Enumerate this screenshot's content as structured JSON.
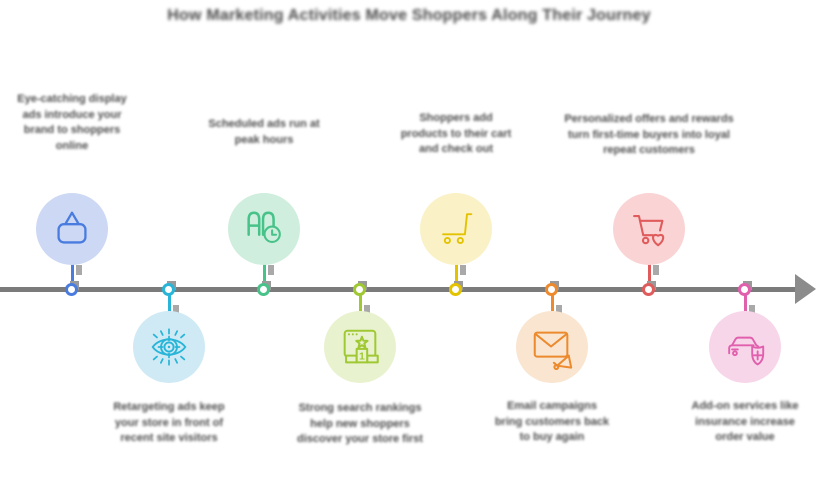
{
  "title": "How Marketing Activities Move Shoppers Along Their Journey",
  "timeline": {
    "line_color": "#7b7b7b",
    "arrow_color": "#8c8c8c",
    "text_color": "#4e4e4e",
    "nodes": [
      {
        "label": "Eye-catching display ads introduce your brand to shoppers online",
        "icon": "price-tag-icon",
        "side": "top",
        "accent": "#4a7ce0",
        "circle_bg": "#cdd9f4"
      },
      {
        "label": "Retargeting ads keep your store in front of recent site visitors",
        "icon": "eye-target-icon",
        "side": "bottom",
        "accent": "#29b5d8",
        "circle_bg": "#cfeaf4"
      },
      {
        "label": "Scheduled ads run at peak hours",
        "icon": "ad-schedule-icon",
        "side": "top",
        "accent": "#47c289",
        "circle_bg": "#cfeedd"
      },
      {
        "label": "Strong search rankings help new shoppers discover your store first",
        "icon": "ranking-podium-icon",
        "side": "bottom",
        "accent": "#9fc832",
        "circle_bg": "#e9f2cf"
      },
      {
        "label": "Shoppers add products to their cart and check out",
        "icon": "shopping-cart-icon",
        "side": "top",
        "accent": "#e3c300",
        "circle_bg": "#faf2c6"
      },
      {
        "label": "Email campaigns bring customers back to buy again",
        "icon": "email-campaign-icon",
        "side": "bottom",
        "accent": "#ec8a2d",
        "circle_bg": "#f9e5d0"
      },
      {
        "label": "Personalized offers and rewards turn first-time buyers into loyal repeat customers",
        "icon": "cart-heart-icon",
        "side": "top",
        "accent": "#e05c5c",
        "circle_bg": "#fad4d4"
      },
      {
        "label": "Add-on services like insurance increase order value",
        "icon": "car-insurance-icon",
        "side": "bottom",
        "accent": "#e160ae",
        "circle_bg": "#f8d6ea"
      }
    ]
  }
}
